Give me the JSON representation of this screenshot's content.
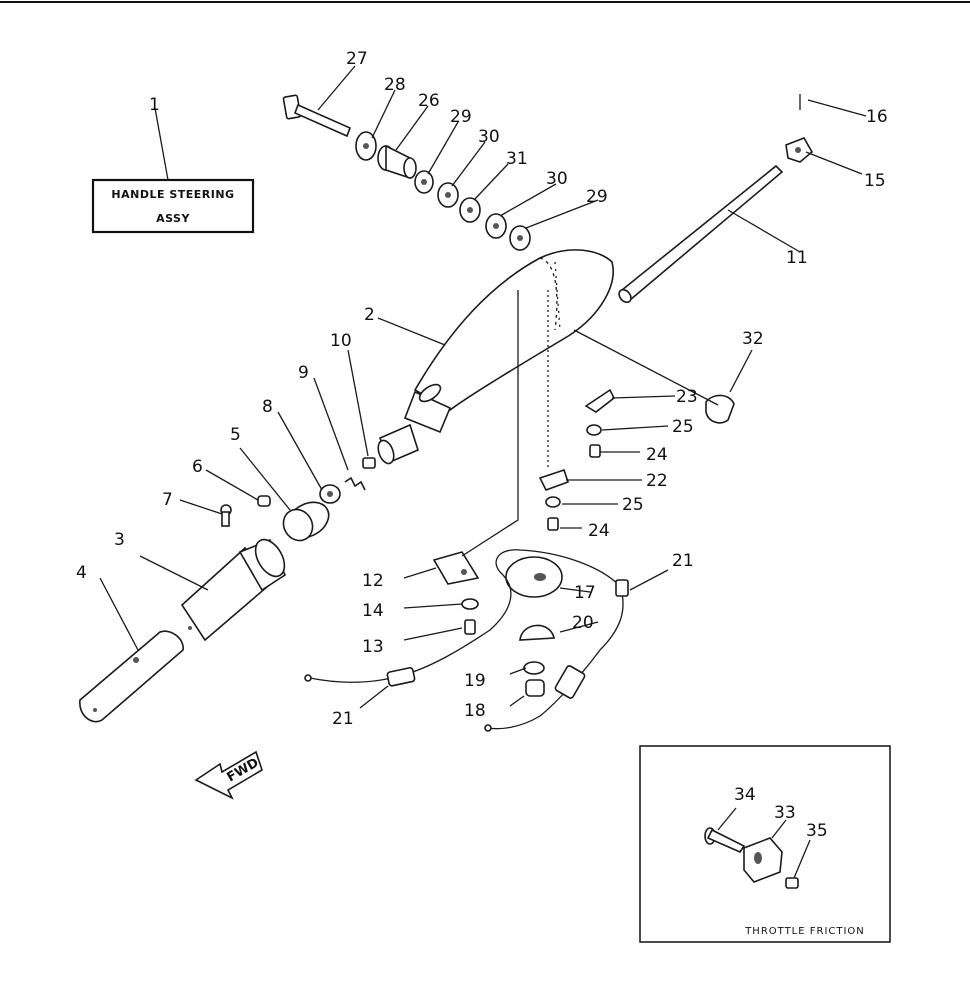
{
  "assembly_label": {
    "line1": "HANDLE STEERING",
    "line2": "ASSY"
  },
  "inset_label": "THROTTLE FRICTION",
  "direction_label": "FWD",
  "callouts": [
    {
      "id": "c1",
      "num": "1"
    },
    {
      "id": "c2",
      "num": "2"
    },
    {
      "id": "c3",
      "num": "3"
    },
    {
      "id": "c4",
      "num": "4"
    },
    {
      "id": "c5",
      "num": "5"
    },
    {
      "id": "c6",
      "num": "6"
    },
    {
      "id": "c7",
      "num": "7"
    },
    {
      "id": "c8",
      "num": "8"
    },
    {
      "id": "c9",
      "num": "9"
    },
    {
      "id": "c10",
      "num": "10"
    },
    {
      "id": "c11",
      "num": "11"
    },
    {
      "id": "c12",
      "num": "12"
    },
    {
      "id": "c13",
      "num": "13"
    },
    {
      "id": "c14",
      "num": "14"
    },
    {
      "id": "c15",
      "num": "15"
    },
    {
      "id": "c16",
      "num": "16"
    },
    {
      "id": "c17",
      "num": "17"
    },
    {
      "id": "c18",
      "num": "18"
    },
    {
      "id": "c19",
      "num": "19"
    },
    {
      "id": "c20",
      "num": "20"
    },
    {
      "id": "c21a",
      "num": "21"
    },
    {
      "id": "c21b",
      "num": "21"
    },
    {
      "id": "c22",
      "num": "22"
    },
    {
      "id": "c23",
      "num": "23"
    },
    {
      "id": "c24a",
      "num": "24"
    },
    {
      "id": "c24b",
      "num": "24"
    },
    {
      "id": "c25a",
      "num": "25"
    },
    {
      "id": "c25b",
      "num": "25"
    },
    {
      "id": "c26",
      "num": "26"
    },
    {
      "id": "c27",
      "num": "27"
    },
    {
      "id": "c28",
      "num": "28"
    },
    {
      "id": "c29a",
      "num": "29"
    },
    {
      "id": "c29b",
      "num": "29"
    },
    {
      "id": "c30a",
      "num": "30"
    },
    {
      "id": "c30b",
      "num": "30"
    },
    {
      "id": "c31",
      "num": "31"
    },
    {
      "id": "c32",
      "num": "32"
    },
    {
      "id": "c33",
      "num": "33"
    },
    {
      "id": "c34",
      "num": "34"
    },
    {
      "id": "c35",
      "num": "35"
    }
  ]
}
